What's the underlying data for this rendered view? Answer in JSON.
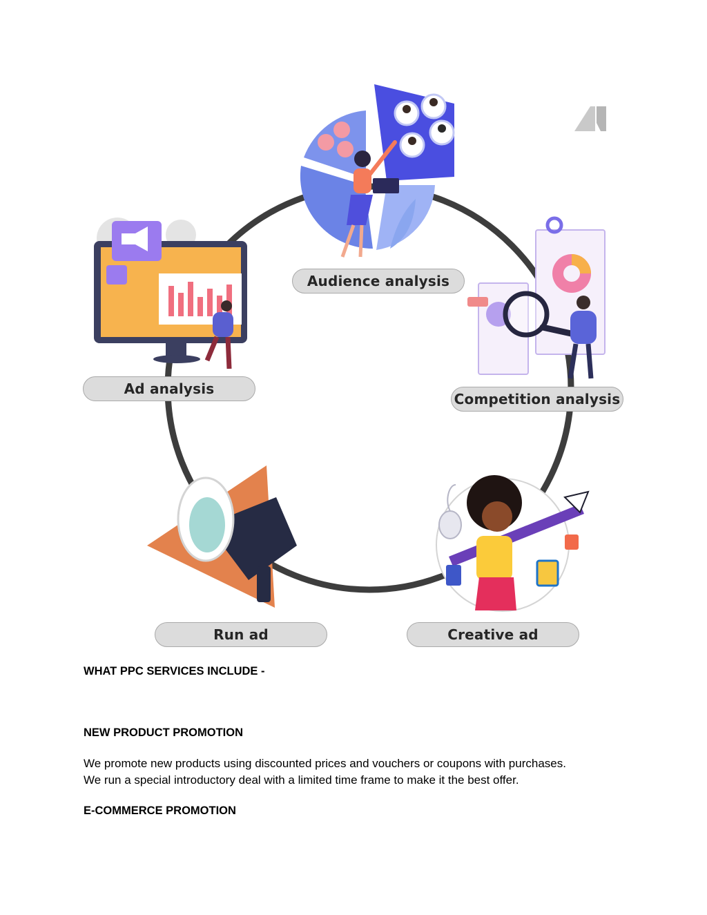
{
  "diagram": {
    "steps": [
      {
        "id": "audience",
        "label": "Audience analysis"
      },
      {
        "id": "competition",
        "label": "Competition analysis"
      },
      {
        "id": "creative",
        "label": "Creative ad"
      },
      {
        "id": "run",
        "label": "Run ad"
      },
      {
        "id": "ad",
        "label": "Ad analysis"
      }
    ],
    "colors": {
      "ring": "#3d3d3d",
      "pill_fill": "#dcdcdc",
      "pill_border": "#a9a9a9",
      "accent_blue": "#5b6ee8",
      "accent_purple": "#8d6ef0",
      "accent_orange": "#f7a93a",
      "accent_pink": "#f26d8d"
    },
    "icons": [
      "audience-chart-illustration",
      "competition-magnifier-illustration",
      "creative-artist-illustration",
      "megaphone-illustration",
      "monitor-dashboard-illustration",
      "brand-logo-icon"
    ]
  },
  "document": {
    "section_title": "WHAT PPC SERVICES INCLUDE -",
    "sub1_title": "NEW PRODUCT PROMOTION",
    "sub1_line1": "We promote new products using discounted prices and vouchers or coupons with purchases.",
    "sub1_line2": "We run a special introductory deal with a limited time frame to make it the best offer.",
    "sub2_title": "E-COMMERCE PROMOTION"
  }
}
